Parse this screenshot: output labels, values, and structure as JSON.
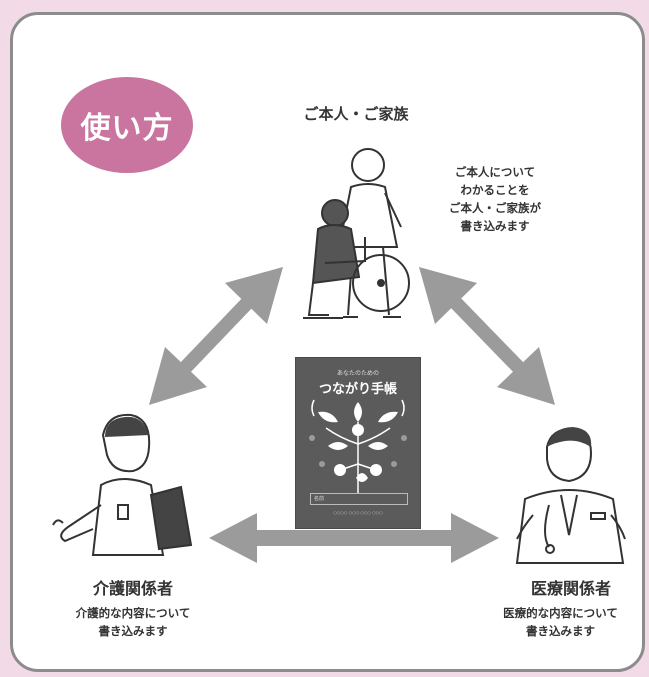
{
  "badge": {
    "label": "使い方"
  },
  "family": {
    "title": "ご本人・ご家族",
    "desc": [
      "ご本人について",
      "わかることを",
      "ご本人・ご家族が",
      "書き込みます"
    ]
  },
  "care": {
    "title": "介護関係者",
    "desc": [
      "介護的な内容について",
      "書き込みます"
    ]
  },
  "medical": {
    "title": "医療関係者",
    "desc": [
      "医療的な内容について",
      "書き込みます"
    ]
  },
  "book": {
    "subtitle": "あなたのための",
    "title": "つながり手帳",
    "field_label": "名前",
    "publisher": "○○○○ ○○○ ○○○ ○○○"
  },
  "colors": {
    "background": "#f2dbe6",
    "badge": "#c9759f",
    "arrow": "#9b9b9b",
    "book": "#5b5b5b",
    "frame": "#8c8c8c"
  },
  "icons": [
    "wheelchair-family-illustration",
    "care-worker-illustration",
    "doctor-illustration",
    "notebook-illustration"
  ]
}
